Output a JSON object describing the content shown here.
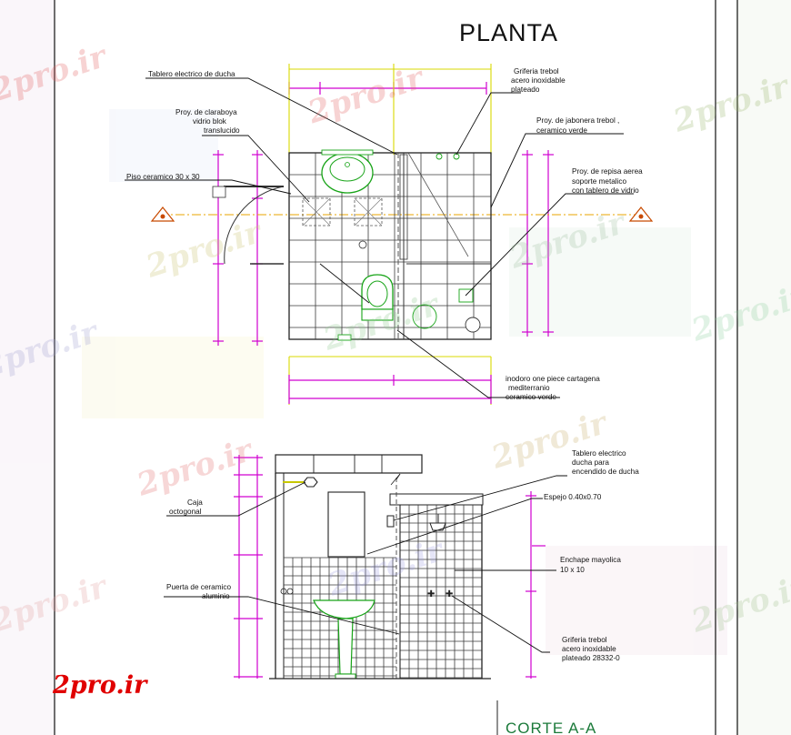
{
  "plan_title": "PLANTA",
  "section_title": "CORTE A-A",
  "logo": "2pro.ir",
  "watermark": "2pro.ir",
  "plan_labels": [
    "Tablero electrico de ducha",
    "Proy. de claraboya",
    "vidrio blok",
    "translucido",
    "Piso ceramico 30 x 30",
    "Griferia trebol",
    "acero inoxidable",
    "plateado",
    "Proy. de jabonera trebol ,",
    "ceramico verde",
    "Proy. de repisa aerea",
    "soporte metalico",
    "con tablero de vidrio",
    "inodoro one piece cartagena",
    "mediterranio",
    "ceramico verde"
  ],
  "section_labels": [
    "Tablero electrico",
    "ducha para",
    "encendido de  ducha",
    "Caja",
    "octogonal",
    "Espejo 0.40x0.70",
    "Enchape mayolica",
    "10 x 10",
    "Puerta de ceramico",
    "aluminio",
    "Griferia trebol",
    "acero inoxidable",
    "plateado 28332-0"
  ],
  "colors": {
    "dimension": "#d000d0",
    "axis": "#d8d800",
    "grid": "#3a3a3a",
    "fixture": "#18a418",
    "logo": "#e00000",
    "section_title": "#1b7a3a"
  }
}
